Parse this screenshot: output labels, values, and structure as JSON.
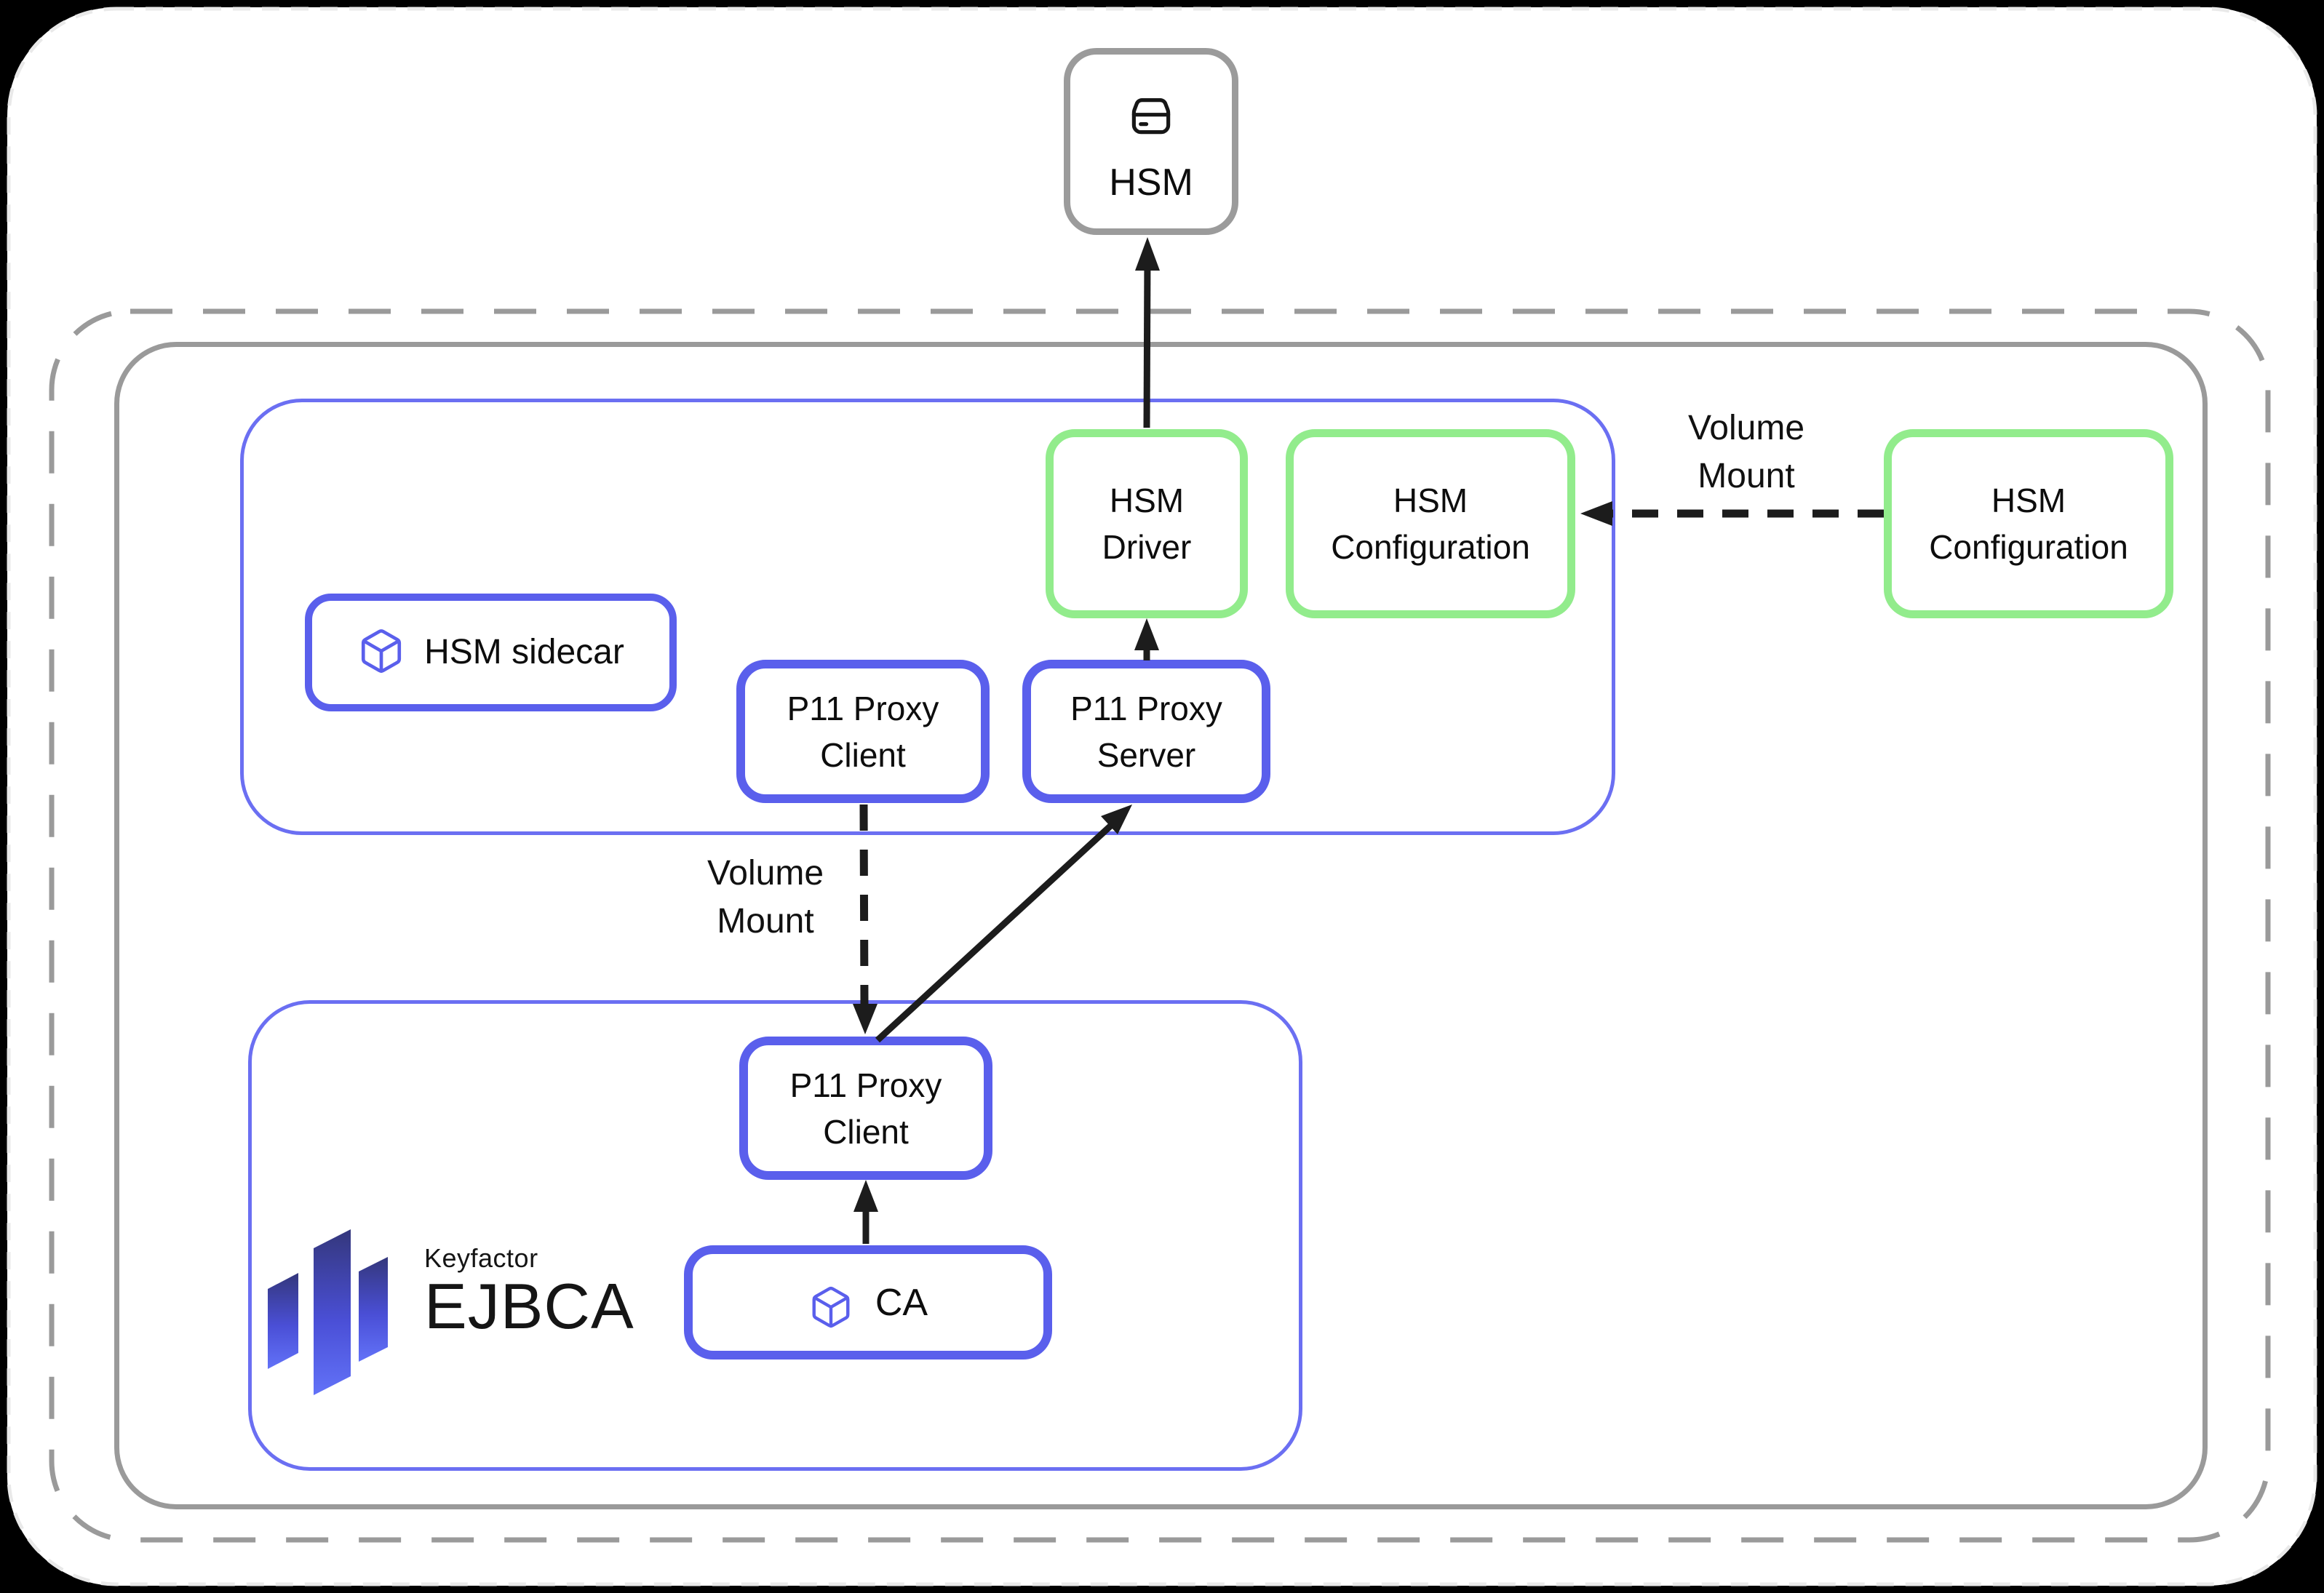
{
  "colors": {
    "box_blue": "#5a5fec",
    "container_blue": "#6b6ff2",
    "box_green": "#92ec8c",
    "gray": "#9a9a9a",
    "arrow_black": "#1c1c1c",
    "text": "#0d0d0d",
    "logo_gradient_top": "#34377c",
    "logo_gradient_bottom": "#6272f8"
  },
  "hsm_box": {
    "label": "HSM"
  },
  "sidecar_pod": {
    "badge": {
      "label": "HSM sidecar"
    },
    "p11_proxy_client": {
      "label": "P11 Proxy\nClient"
    },
    "p11_proxy_server": {
      "label": "P11 Proxy\nServer"
    },
    "hsm_driver": {
      "label": "HSM\nDriver"
    },
    "hsm_configuration": {
      "label": "HSM\nConfiguration"
    }
  },
  "external": {
    "hsm_configuration": {
      "label": "HSM\nConfiguration"
    },
    "volume_mount_label": "Volume\nMount"
  },
  "ejbca_pod": {
    "p11_proxy_client": {
      "label": "P11 Proxy\nClient"
    },
    "ca": {
      "label": "CA"
    },
    "logo": {
      "brand": "Keyfactor",
      "product": "EJBCA"
    }
  },
  "mounts": {
    "client_volume_label": "Volume\nMount"
  }
}
